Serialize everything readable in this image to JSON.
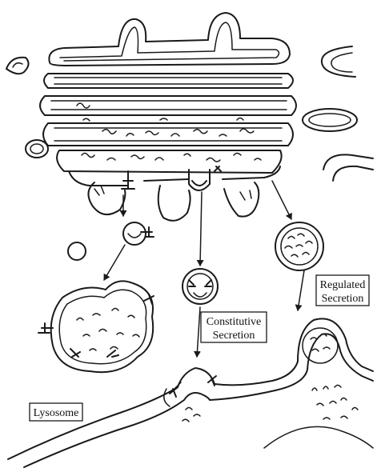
{
  "labels": {
    "regulated_line1": "Regulated",
    "regulated_line2": "Secretion",
    "constitutive_line1": "Constitutive",
    "constitutive_line2": "Secretion",
    "lysosome": "Lysosome"
  },
  "colors": {
    "ink": "#1a1a1a",
    "background": "#ffffff"
  }
}
